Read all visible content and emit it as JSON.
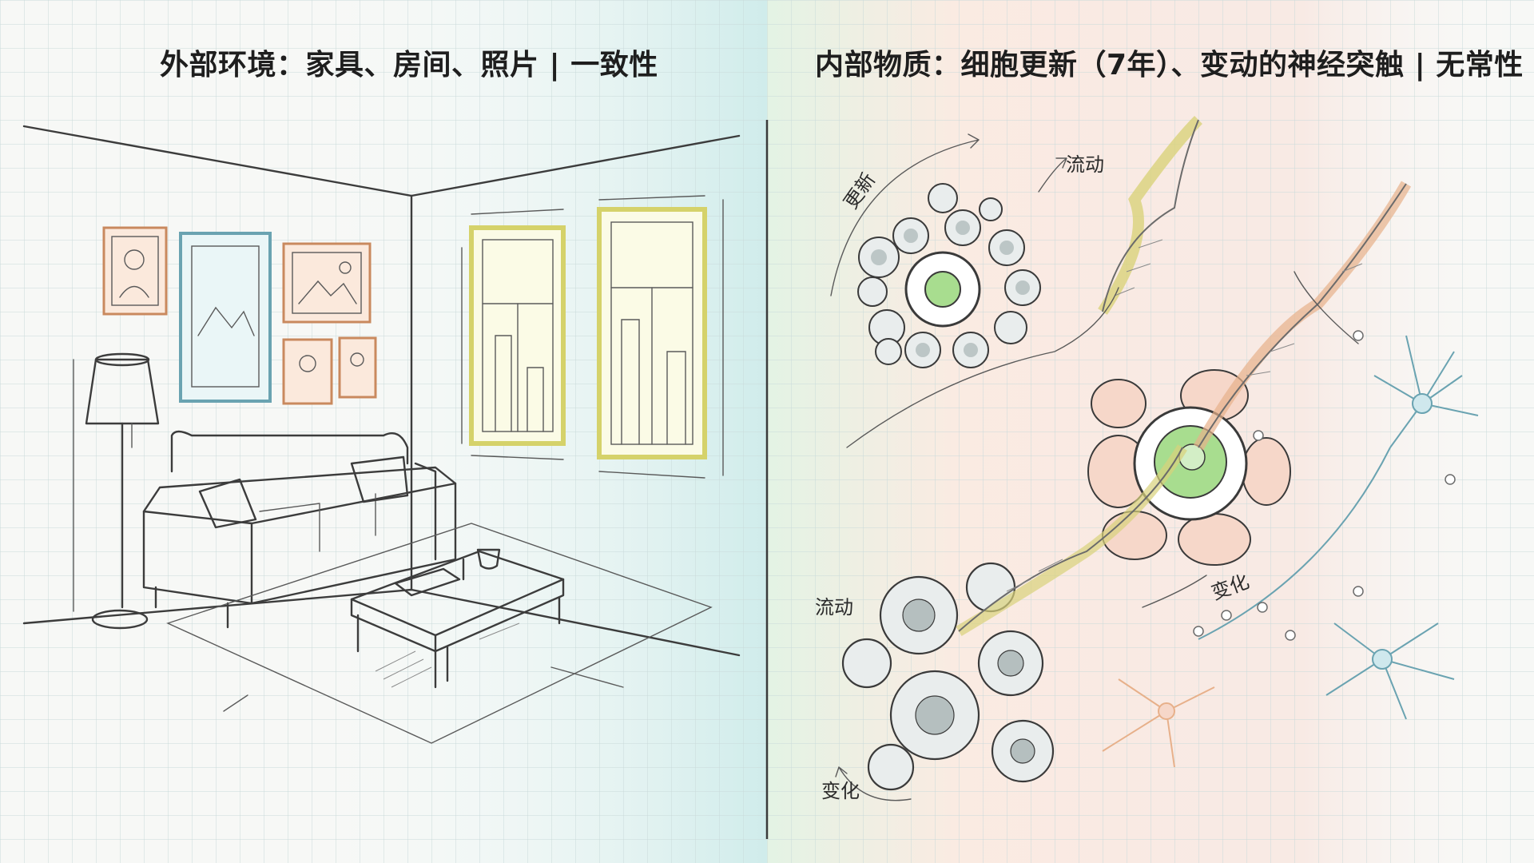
{
  "left_panel": {
    "title": "外部环境：家具、房间、照片 | 一致性"
  },
  "right_panel": {
    "title": "内部物质：细胞更新（7年）、变动的神经突触 | 无常性",
    "annotations": {
      "renew_top": "更新",
      "flow_top": "流动",
      "flow_left": "流动",
      "change_mid": "变化",
      "change_bottom": "变化"
    }
  },
  "colors": {
    "paper": "#f7f8f6",
    "grid": "#c9dada",
    "accent_blue": "#a9d4dc",
    "accent_yellow": "#e8e48a",
    "accent_orange": "#e7b08a",
    "accent_pink": "#f4c6b6",
    "accent_green": "#9fd68b"
  }
}
